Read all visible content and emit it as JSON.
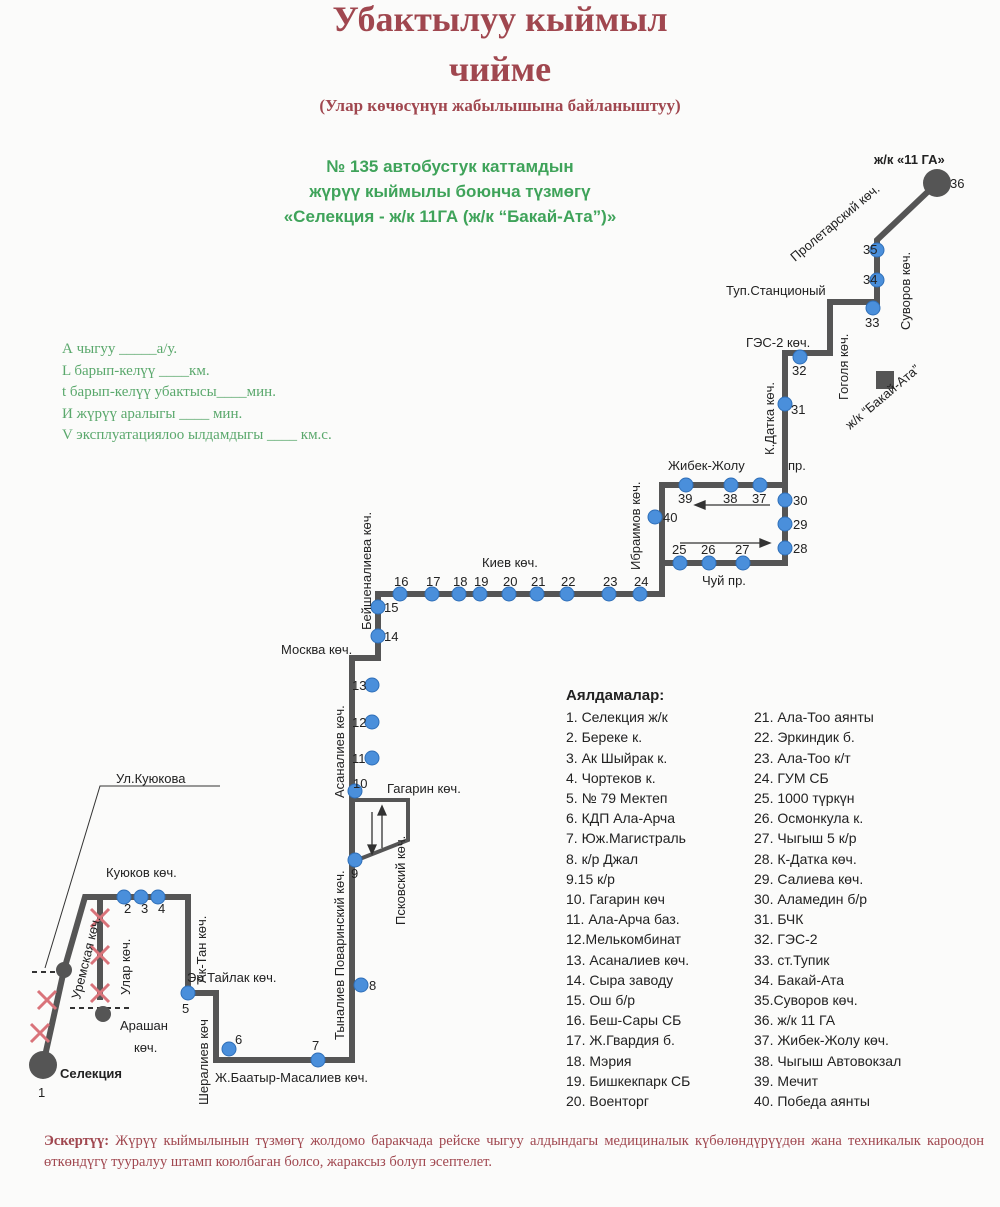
{
  "header": {
    "title_line1": "Убактылуу кыймыл",
    "title_line2": "чийме",
    "subtitle": "(Улар көчөсүнүн жабылышына байланыштуу)",
    "route_line1": "№ 135  автобустук каттамдын",
    "route_line2": "жүрүү кыймылы боюнча түзмөгү",
    "route_line3": "«Селекция - ж/к 11ГА (ж/к “Бакай-Ата”)»"
  },
  "params": [
    "А чыгуу  _____а/у.",
    "L барып-келүү  ____км.",
    "t барып-келүү убактысы____мин.",
    "И жүрүү аралыгы ____    мин.",
    "V эксплуатациялоо ылдамдыгы ____ км.с."
  ],
  "map": {
    "stop_numbers": [
      "1",
      "2",
      "3",
      "4",
      "5",
      "6",
      "7",
      "8",
      "9",
      "10",
      "11",
      "12",
      "13",
      "14",
      "15",
      "16",
      "17",
      "18",
      "19",
      "20",
      "21",
      "22",
      "23",
      "24",
      "25",
      "26",
      "27",
      "28",
      "29",
      "30",
      "31",
      "32",
      "33",
      "34",
      "35",
      "36",
      "37",
      "38",
      "39",
      "40"
    ],
    "terminal_start": "Селекция",
    "terminal_end": "ж/к «11 ГА»",
    "streets": {
      "kuyukova_ul": "Ул.Куюкова",
      "kuyukov": "Куюков көч.",
      "uremskaya": "Уремская көч.",
      "ular": "Улар көч.",
      "arashan1": "Арашан",
      "arashan2": "көч.",
      "ak_tan": "Ак-Тан көч.",
      "er_tailak": "Эр Тайлак көч.",
      "sheraliev": "Шералиев көч",
      "baatyr": "Ж.Баатыр-Масалиев  көч.",
      "tynaliev": "Тыналиев Поваринский көч.",
      "pskovsky": "Псковский көч.",
      "gagarin": "Гагарин  көч.",
      "asanaliev": "Асаналиев көч.",
      "moskva": "Москва көч.",
      "beishenalieva": "Бейшеналиева көч.",
      "kiev": "Киев көч.",
      "ibraimov": "Ибраимов  көч.",
      "zhibek": "Жибек-Жолу",
      "pr": "пр.",
      "chuy": "Чуй пр.",
      "kdatka": "К.Датка көч.",
      "ges2": "ГЭС-2 көч.",
      "gogolya": "Гоголя көч.",
      "tup": "Туп.Станционый",
      "suvorov": "Суворов көч.",
      "proletarsky": "Пролетарский көч.",
      "bakai": "ж/к “Бакай-Ата”"
    }
  },
  "stops_list": {
    "title": "Аялдамалар:",
    "col1": [
      "1. Селекция ж/к",
      "2. Береке к.",
      "3. Ак Шыйрак к.",
      "4. Чортеков к.",
      "5.  № 79 Мектеп",
      "6. КДП Ала-Арча",
      "7. Юж.Магистраль",
      "8. к/р Джал",
      "9.15 к/р",
      "10. Гагарин көч",
      "11. Ала-Арча баз.",
      "12.Мелькомбинат",
      "13. Асаналиев көч.",
      "14. Сыра заводу",
      "15. Ош б/р",
      "16. Беш-Сары СБ",
      "17. Ж.Гвардия б.",
      "18. Мэрия",
      "19. Бишкекпарк СБ",
      "20. Военторг"
    ],
    "col2": [
      "21. Ала-Тоо аянты",
      "22. Эркиндик б.",
      "23. Ала-Тоо к/т",
      "24. ГУМ СБ",
      "25. 1000 түркүн",
      "26. Осмонкула к.",
      "27. Чыгыш 5 к/р",
      "28. К-Датка көч.",
      "29. Салиева көч.",
      "30. Аламедин б/р",
      "31. БЧК",
      "32. ГЭС-2",
      "33. ст.Тупик",
      "34. Бакай-Ата",
      "35.Суворов көч.",
      "36. ж/к 11 ГА",
      "37. Жибек-Жолу көч.",
      "38. Чыгыш Автовокзал",
      "39. Мечит",
      "40. Победа аянты"
    ]
  },
  "note": {
    "label": "Эскертүү:",
    "text": " Жүрүү кыймылынын түзмөгү жолдомо баракчада рейске чыгуу алдындагы медициналык күбөлөндүрүүдөн жана техникалык кароодон өткөндүгү тууралуу штамп коюлбаган болсо, жараксыз болуп эсептелет."
  },
  "colors": {
    "route": "#555555",
    "stop": "#4a8fdb",
    "title": "#a0474f",
    "green": "#3fa35a",
    "cross": "#d9737a"
  }
}
